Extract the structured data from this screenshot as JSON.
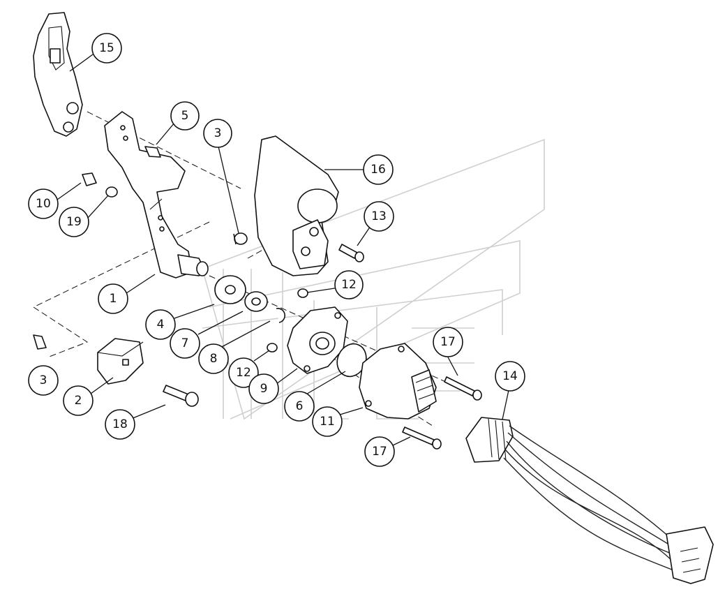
{
  "callouts": [
    {
      "id": "c15",
      "label": "15"
    },
    {
      "id": "c5",
      "label": "5"
    },
    {
      "id": "c3a",
      "label": "3"
    },
    {
      "id": "c16",
      "label": "16"
    },
    {
      "id": "c10",
      "label": "10"
    },
    {
      "id": "c19",
      "label": "19"
    },
    {
      "id": "c13",
      "label": "13"
    },
    {
      "id": "c1",
      "label": "1"
    },
    {
      "id": "c12a",
      "label": "12"
    },
    {
      "id": "c4",
      "label": "4"
    },
    {
      "id": "c7",
      "label": "7"
    },
    {
      "id": "c8",
      "label": "8"
    },
    {
      "id": "c17a",
      "label": "17"
    },
    {
      "id": "c3b",
      "label": "3"
    },
    {
      "id": "c12b",
      "label": "12"
    },
    {
      "id": "c9",
      "label": "9"
    },
    {
      "id": "c14",
      "label": "14"
    },
    {
      "id": "c2",
      "label": "2"
    },
    {
      "id": "c6",
      "label": "6"
    },
    {
      "id": "c11",
      "label": "11"
    },
    {
      "id": "c18",
      "label": "18"
    },
    {
      "id": "c17b",
      "label": "17"
    }
  ],
  "colors": {
    "line": "#111111",
    "watermark": "#cfcfcf",
    "background": "#ffffff"
  }
}
